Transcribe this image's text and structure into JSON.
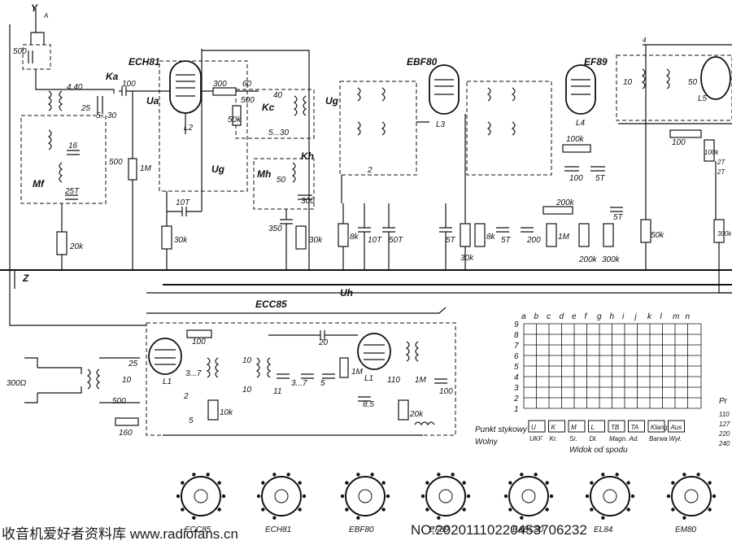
{
  "tubes": {
    "ech81": "ECH81",
    "ebf80": "EBF80",
    "ef89": "EF89",
    "ecc85": "ECC85",
    "l2": "L2",
    "l3": "L3",
    "l4": "L4",
    "l5": "L5",
    "l1a": "L1",
    "l1b": "L1"
  },
  "antenna": {
    "label": "A",
    "symbol": "Y"
  },
  "labels": {
    "ka": "Ka",
    "ua": "Ua",
    "ug": "Ug",
    "uh": "Uh",
    "mf": "Mf",
    "z": "Z",
    "ohm300": "300Ω",
    "kc": "Kc",
    "mh": "Mh",
    "kh": "Kh"
  },
  "components": {
    "c500a": "500",
    "c440": "4,40",
    "c25a": "25",
    "c530": "5...30",
    "c16": "16",
    "c25t": "25T",
    "r20k": "20k",
    "c500b": "500",
    "c100a": "100",
    "r1m": "1M",
    "c10t": "10T",
    "r30k": "30k",
    "r300": "300",
    "c60": "60",
    "c500c": "500",
    "r50k": "50k",
    "c530b": "5...30",
    "c40": "40",
    "c50": "50",
    "c350": "350",
    "r30kb": "30k",
    "c300": "300",
    "c2": "2",
    "r8k": "8k",
    "c10tb": "10T",
    "c50t": "50T",
    "c5t": "5T",
    "r30kc": "30k",
    "r8kb": "8k",
    "c5tb": "5T",
    "c200": "200",
    "r1mb": "1M",
    "r100k": "100k",
    "c100b": "100",
    "c5tc": "5T",
    "r200k": "200k",
    "r200kb": "200k",
    "c5td": "5T",
    "r300k": "300k",
    "r50kb": "50k",
    "c10": "10",
    "c50b": "50",
    "r100": "100",
    "r100k2": "100k",
    "c2t": "2T",
    "r300k2": "300k",
    "r100b": "100",
    "c20": "20",
    "c10b": "10",
    "c11": "11",
    "c37": "3...7",
    "c5": "5",
    "c110": "110",
    "c85": "8,5",
    "r1mc": "1M",
    "r20kb": "20k",
    "c100c": "100",
    "c25b": "25",
    "c10c": "10",
    "c500d": "500",
    "r160": "160",
    "c37b": "3...7",
    "r10k": "10k",
    "c5b": "5"
  },
  "pin_table": {
    "columns": [
      "a",
      "b",
      "c",
      "d",
      "e",
      "f",
      "g",
      "h",
      "i",
      "j",
      "k",
      "l",
      "m",
      "n"
    ],
    "rows": [
      "9",
      "8",
      "7",
      "6",
      "5",
      "4",
      "3",
      "2",
      "1"
    ],
    "caption_left_1": "Punkt stykowy",
    "caption_left_2": "Wolny",
    "bands_codes": [
      "U",
      "K",
      "M",
      "L",
      "TB",
      "TA",
      "Klang",
      "Aus"
    ],
    "bands_names": [
      "UKF",
      "Kr.",
      "Sr.",
      "Dł.",
      "Magn.",
      "Ad.",
      "Barwa",
      "Wył."
    ],
    "caption_bottom": "Widok od spodu"
  },
  "right_edge": {
    "pr": "Pr",
    "v1": "110",
    "v2": "127",
    "v3": "220",
    "v4": "240"
  },
  "socket_names": [
    "ECC85",
    "ECH81",
    "EBF80",
    "EF89",
    "EABC80",
    "EL84",
    "EM80"
  ],
  "watermark": {
    "left": "收音机爱好者资料库 www.radiofans.cn",
    "right": "NO:20201110220453706232"
  }
}
